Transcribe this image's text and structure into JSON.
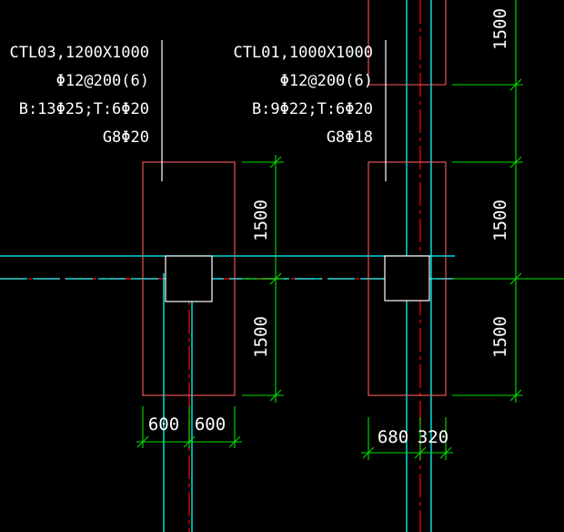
{
  "colors": {
    "background": "#000000",
    "outline": "#ff4d4d",
    "axis": "#e00000",
    "wall": "#00ffff",
    "dimension": "#00e000",
    "text": "#ffffff",
    "column": "#ffffff"
  },
  "beam_ctl03": {
    "line1": "CTL03,1200X1000",
    "line2": "Φ12@200(6)",
    "line3": "B:13Φ25;T:6Φ20",
    "line4": "G8Φ20"
  },
  "beam_ctl01": {
    "line1": "CTL01,1000X1000",
    "line2": "Φ12@200(6)",
    "line3": "B:9Φ22;T:6Φ20",
    "line4": "G8Φ18"
  },
  "dimensions": {
    "left_upper": "1500",
    "left_lower": "1500",
    "right_top": "1500",
    "right_upper": "1500",
    "right_lower": "1500",
    "left_bottom_a": "600",
    "left_bottom_b": "600",
    "right_bottom_a": "680",
    "right_bottom_b": "320"
  }
}
